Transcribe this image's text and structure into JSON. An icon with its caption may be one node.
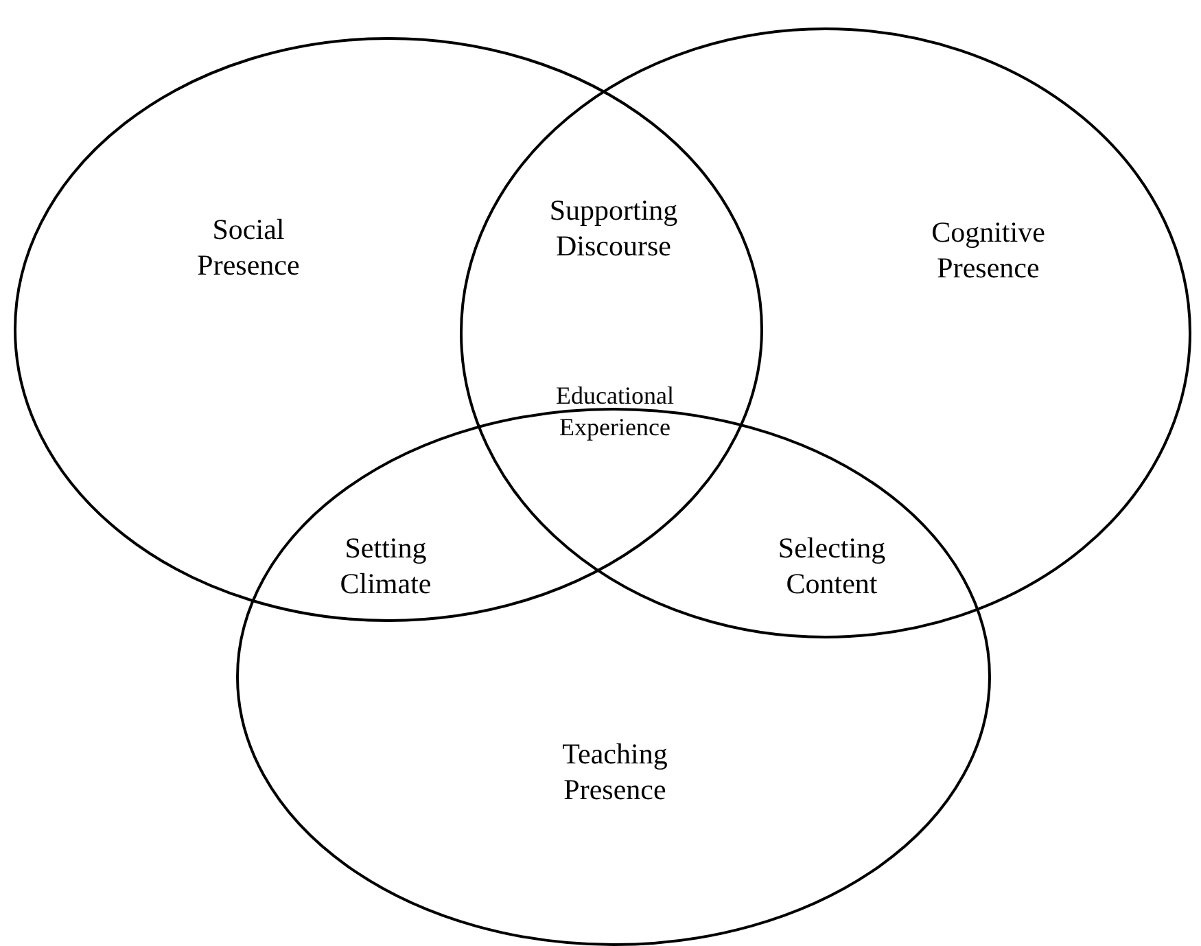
{
  "diagram": {
    "nodes": [
      {
        "text": [
          "Social Presence"
        ]
      },
      {
        "text": [
          "Cognitive Presence"
        ]
      },
      {
        "text": [
          "Teaching Presence"
        ]
      }
    ],
    "labels": [
      "Supporting Discourse",
      "Educational Experience",
      "Setting Climate",
      "Selecting Content"
    ]
  }
}
